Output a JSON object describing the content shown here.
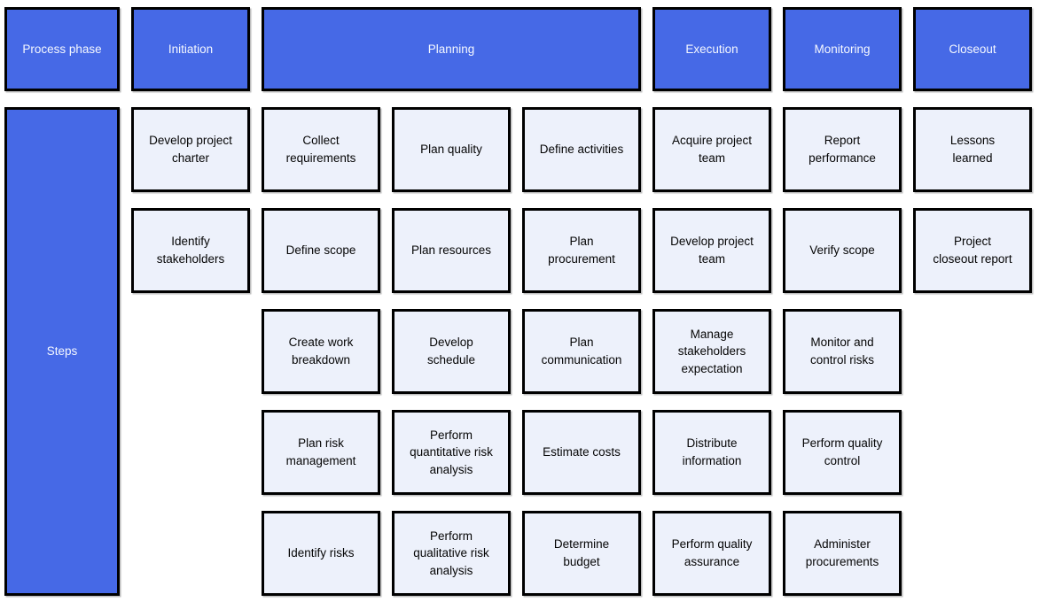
{
  "axis": {
    "phase_header": "Process phase",
    "steps_header": "Steps"
  },
  "phase_headers": {
    "initiation": "Initiation",
    "planning": "Planning",
    "execution": "Execution",
    "monitoring": "Monitoring",
    "closeout": "Closeout"
  },
  "steps": {
    "initiation": [
      "Develop project\ncharter",
      "Identify\nstakeholders"
    ],
    "planning_a": [
      "Collect\nrequirements",
      "Define scope",
      "Create work\nbreakdown",
      "Plan risk\nmanagement",
      "Identify risks"
    ],
    "planning_b": [
      "Plan quality",
      "Plan resources",
      "Develop\nschedule",
      "Perform\nquantitative risk\nanalysis",
      "Perform\nqualitative risk\nanalysis"
    ],
    "planning_c": [
      "Define activities",
      "Plan\nprocurement",
      "Plan\ncommunication",
      "Estimate costs",
      "Determine\nbudget"
    ],
    "execution": [
      "Acquire project\nteam",
      "Develop project\nteam",
      "Manage\nstakeholders\nexpectation",
      "Distribute\ninformation",
      "Perform quality\nassurance"
    ],
    "monitoring": [
      "Report\nperformance",
      "Verify scope",
      "Monitor and\ncontrol risks",
      "Perform quality\ncontrol",
      "Administer\nprocurements"
    ],
    "closeout": [
      "Lessons\nlearned",
      "Project\ncloseout report"
    ]
  },
  "colors": {
    "phase_fill": "#4669e6",
    "phase_text": "#f5f8ff",
    "step_fill": "#edf1fb",
    "step_text": "#050505",
    "border": "#000000"
  }
}
